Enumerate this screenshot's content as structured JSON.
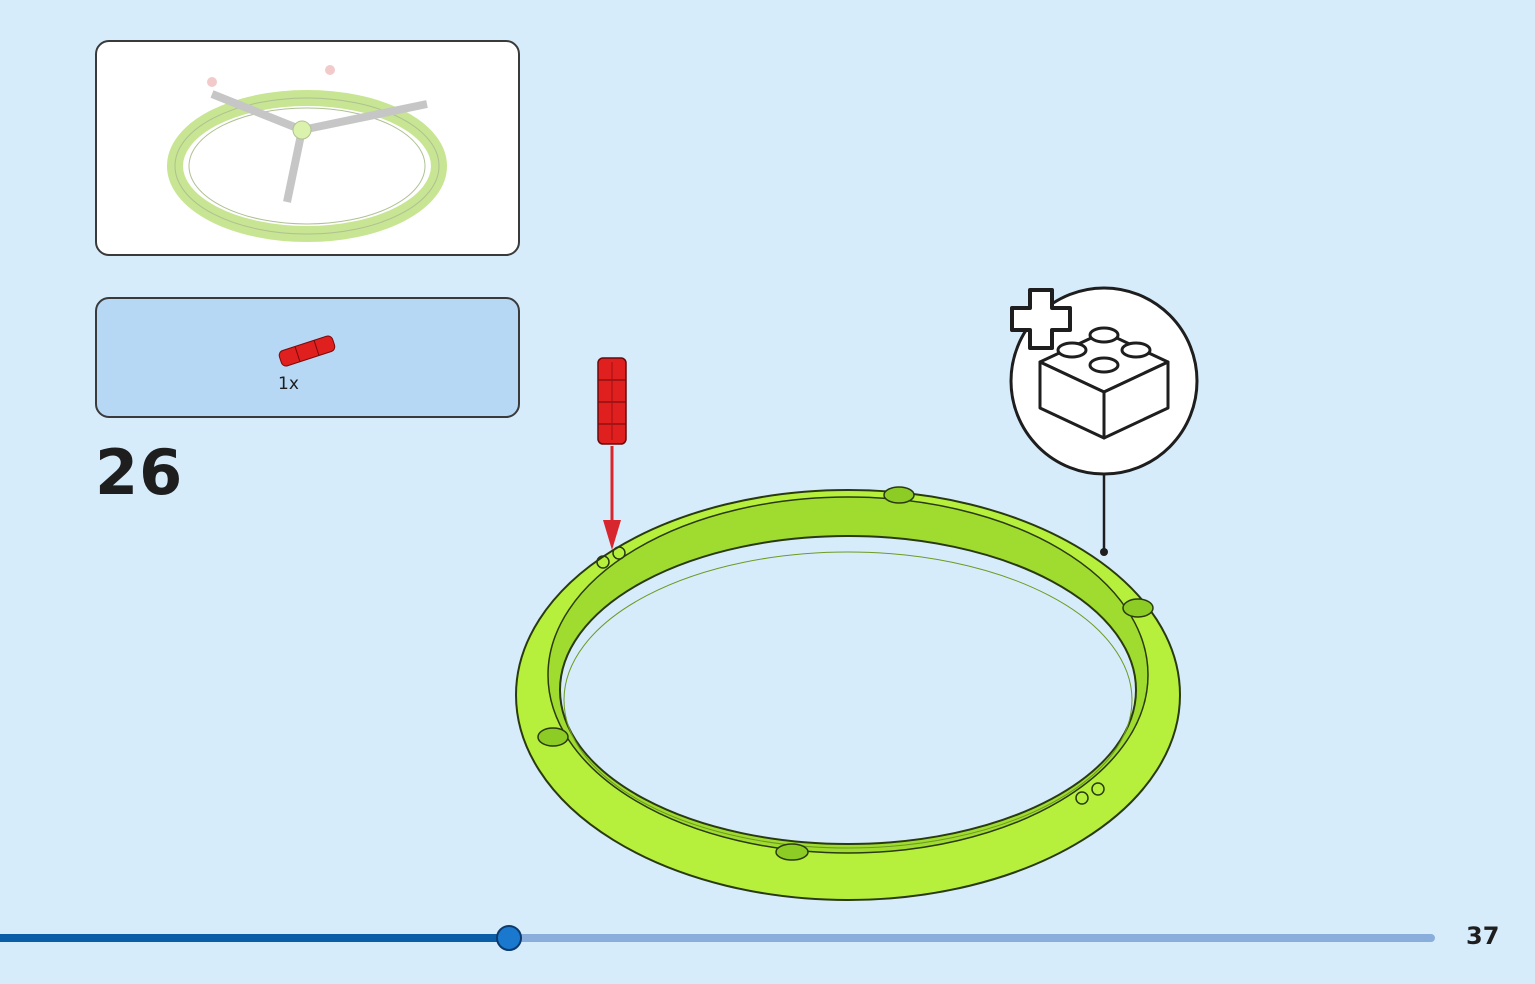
{
  "step": {
    "number": "26"
  },
  "parts": [
    {
      "quantity": "1x",
      "color": "#e01f1f",
      "icon": "axle-pin-icon"
    }
  ],
  "page": {
    "number": "37"
  },
  "progress": {
    "fraction": 0.33
  },
  "colors": {
    "background": "#d6ecfb",
    "ring": "#b6f03d",
    "pin": "#e01f1f",
    "progress_done": "#0a5ea8",
    "progress_todo": "#8aaedc"
  },
  "callout": {
    "icon": "add-brick-icon"
  }
}
